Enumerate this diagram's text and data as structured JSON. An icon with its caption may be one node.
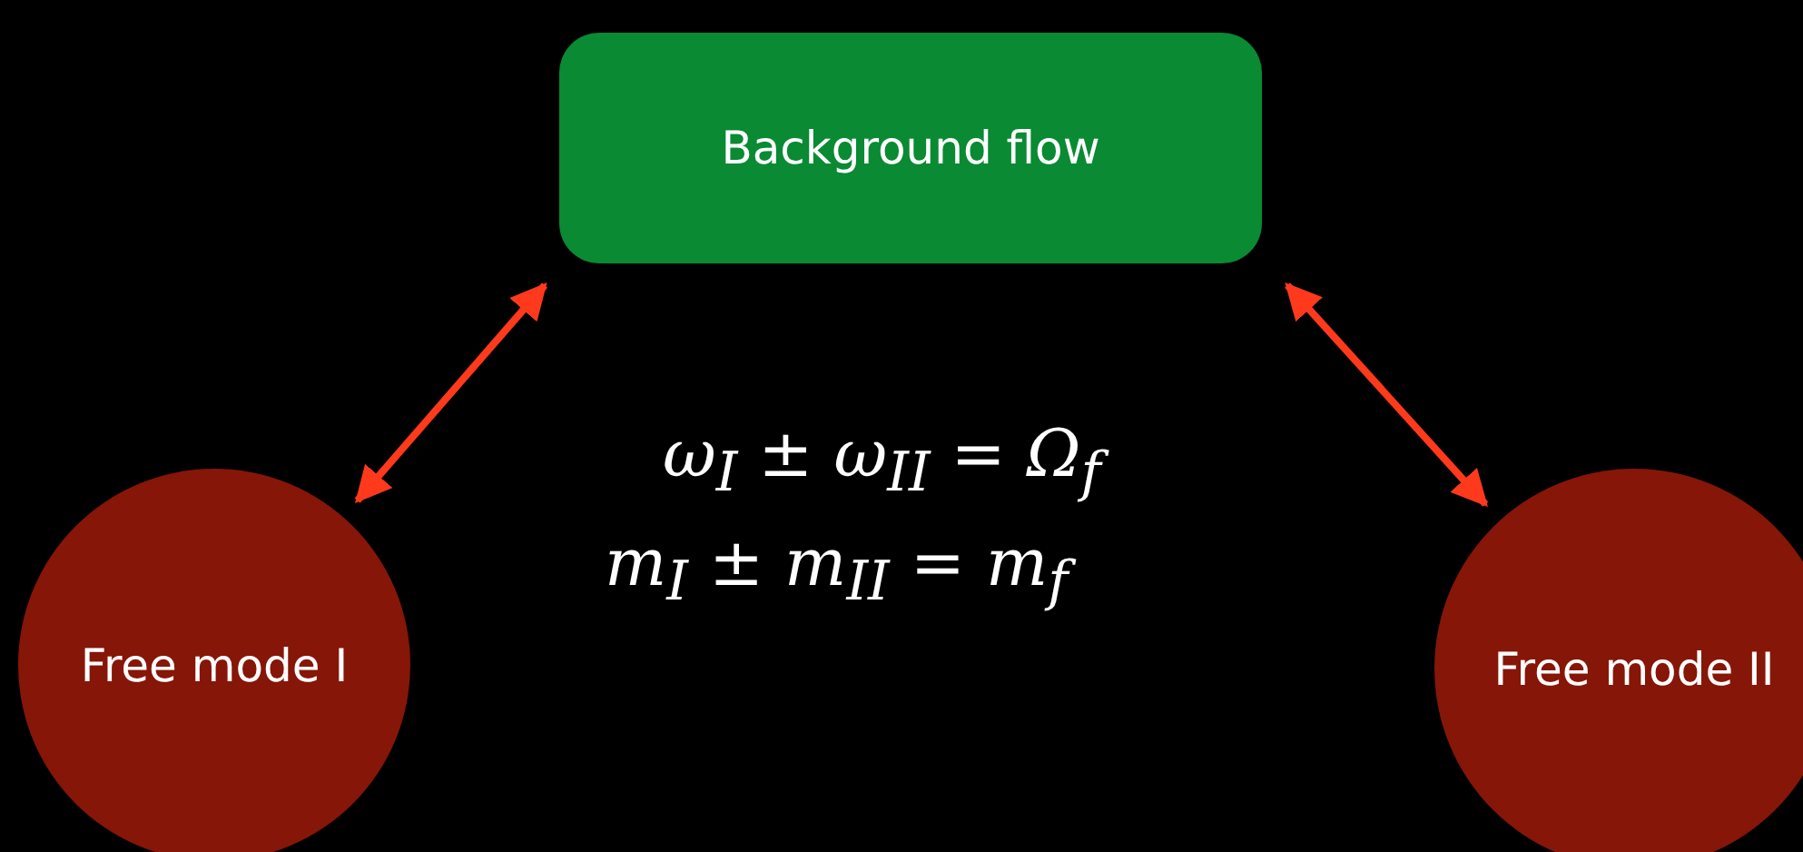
{
  "diagram": {
    "nodes": [
      {
        "text": [
          "Background flow"
        ]
      },
      {
        "text": [
          "Free mode I"
        ]
      },
      {
        "text": [
          "Free mode II"
        ]
      }
    ],
    "edges": [
      {
        "from": 1,
        "to": 0,
        "arrow": "both"
      },
      {
        "from": 0,
        "to": 2,
        "arrow": "both"
      }
    ],
    "labels": [
      "ω$_{I}$ ± ω$_{II}$ = Ω$_{f}$",
      "m$_{I}$ ± m$_{II}$ = m$_{f}$"
    ]
  }
}
